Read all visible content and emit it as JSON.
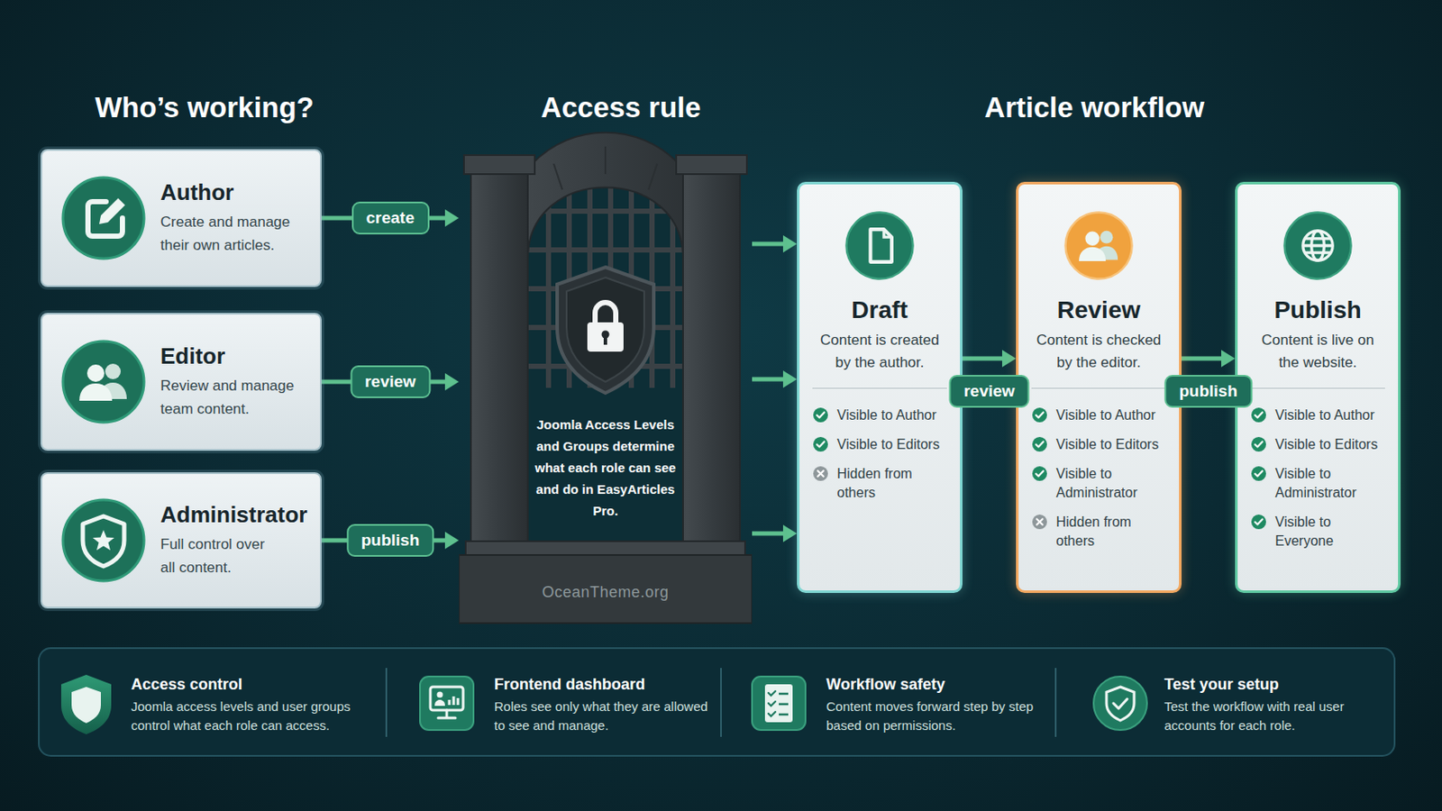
{
  "diagram": {
    "nodes": [
      {
        "text": [
          "Author",
          "Create and manage their own articles."
        ]
      },
      {
        "text": [
          "Editor",
          "Review and manage team content."
        ]
      },
      {
        "text": [
          "Administrator",
          "Full control over all content."
        ]
      },
      {
        "text": [
          "Joomla Access Levels and Groups determine what each role can see and do in EasyArticles Pro."
        ]
      },
      {
        "text": [
          "Draft",
          "Content is created by the author.",
          "Visible to Author",
          "Visible to Editors",
          "Hidden from others"
        ]
      },
      {
        "text": [
          "Review",
          "Content is checked by the editor.",
          "Visible to Author",
          "Visible to Editors",
          "Visible to Administrator",
          "Hidden from others"
        ]
      },
      {
        "text": [
          "Publish",
          "Content is live on the website.",
          "Visible to Author",
          "Visible to Editors",
          "Visible to Administrator",
          "Visible to Everyone"
        ]
      },
      {
        "text": [
          "Access control",
          "Joomla access levels and user groups control what each role can access."
        ]
      },
      {
        "text": [
          "Frontend dashboard",
          "Roles see only what they are allowed to see and manage."
        ]
      },
      {
        "text": [
          "Workflow safety",
          "Content moves forward step by step based on permissions."
        ]
      },
      {
        "text": [
          "Test your setup",
          "Test the workflow with real user accounts for each role."
        ]
      }
    ],
    "edges": [
      {
        "from": 0,
        "to": 3,
        "arrow": "to",
        "label": "create"
      },
      {
        "from": 1,
        "to": 3,
        "arrow": "to",
        "label": "review"
      },
      {
        "from": 2,
        "to": 3,
        "arrow": "to",
        "label": "publish"
      },
      {
        "from": 3,
        "to": 4,
        "arrow": "to"
      },
      {
        "from": 3,
        "to": 4,
        "arrow": "to"
      },
      {
        "from": 3,
        "to": 4,
        "arrow": "to"
      },
      {
        "from": 4,
        "to": 5,
        "arrow": "to",
        "label": "review"
      },
      {
        "from": 5,
        "to": 6,
        "arrow": "to",
        "label": "publish"
      }
    ],
    "labels": [
      "Who’s working?",
      "Access rule",
      "Article workflow",
      "OceanTheme.org"
    ]
  }
}
